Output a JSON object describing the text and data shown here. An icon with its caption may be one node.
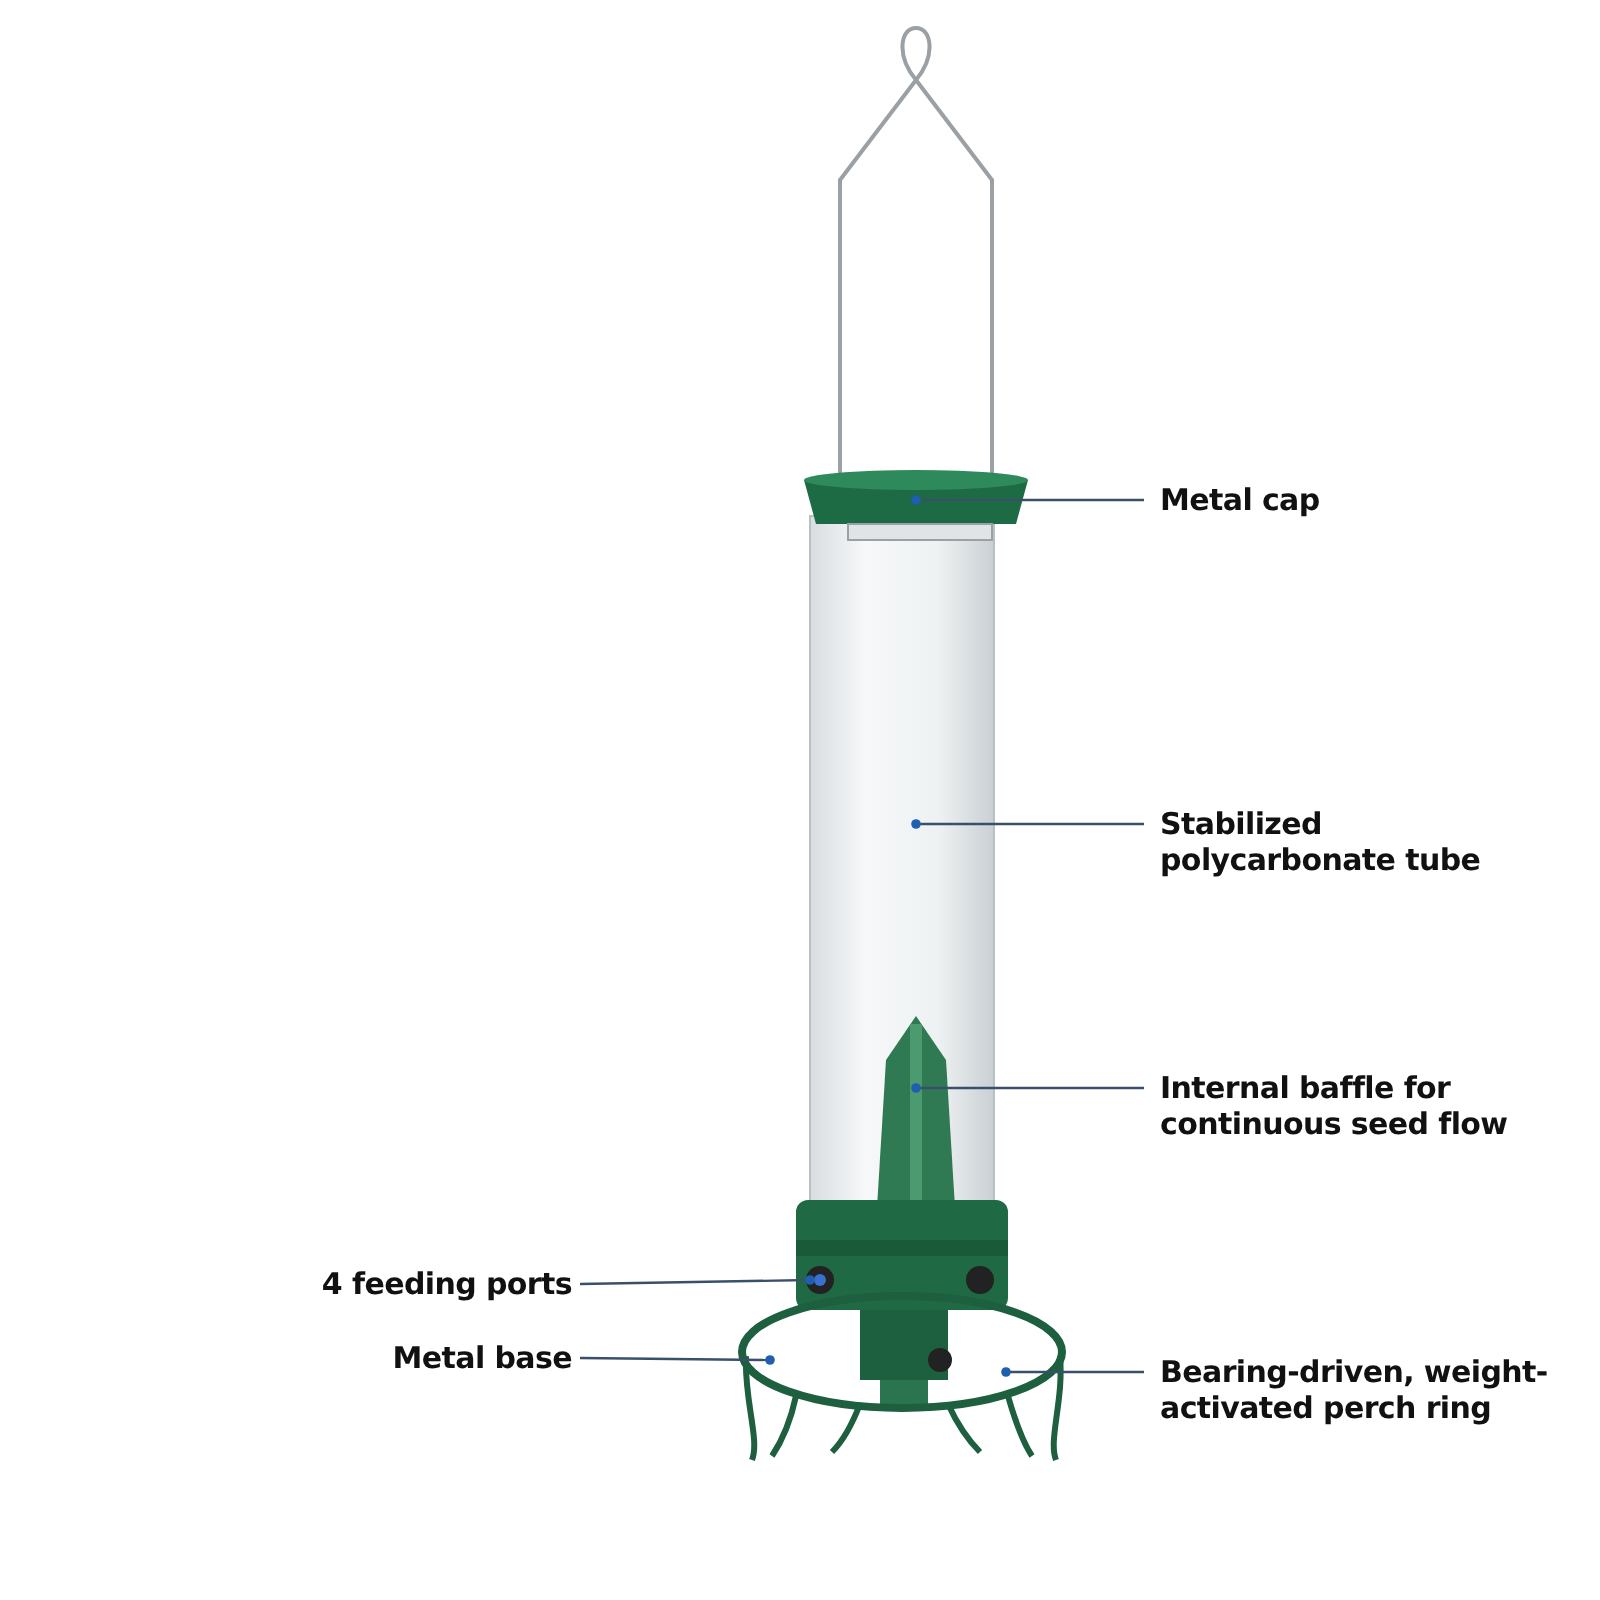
{
  "diagram": {
    "nodes": [
      {
        "text": [
          "Metal cap"
        ]
      },
      {
        "text": [
          "Stabilized polycarbonate tube"
        ]
      },
      {
        "text": [
          "Internal baffle for continuous seed flow"
        ]
      },
      {
        "text": [
          "4 feeding ports"
        ]
      },
      {
        "text": [
          "Metal base"
        ]
      },
      {
        "text": [
          "Bearing-driven, weight-activated perch ring"
        ]
      }
    ],
    "edges": [
      {
        "from": 0,
        "to": null,
        "arrow": "other"
      },
      {
        "from": 1,
        "to": null,
        "arrow": "other"
      },
      {
        "from": 2,
        "to": null,
        "arrow": "other"
      },
      {
        "from": 3,
        "to": null,
        "arrow": "other"
      },
      {
        "from": 4,
        "to": null,
        "arrow": "other"
      },
      {
        "from": 5,
        "to": null,
        "arrow": "other"
      }
    ]
  }
}
